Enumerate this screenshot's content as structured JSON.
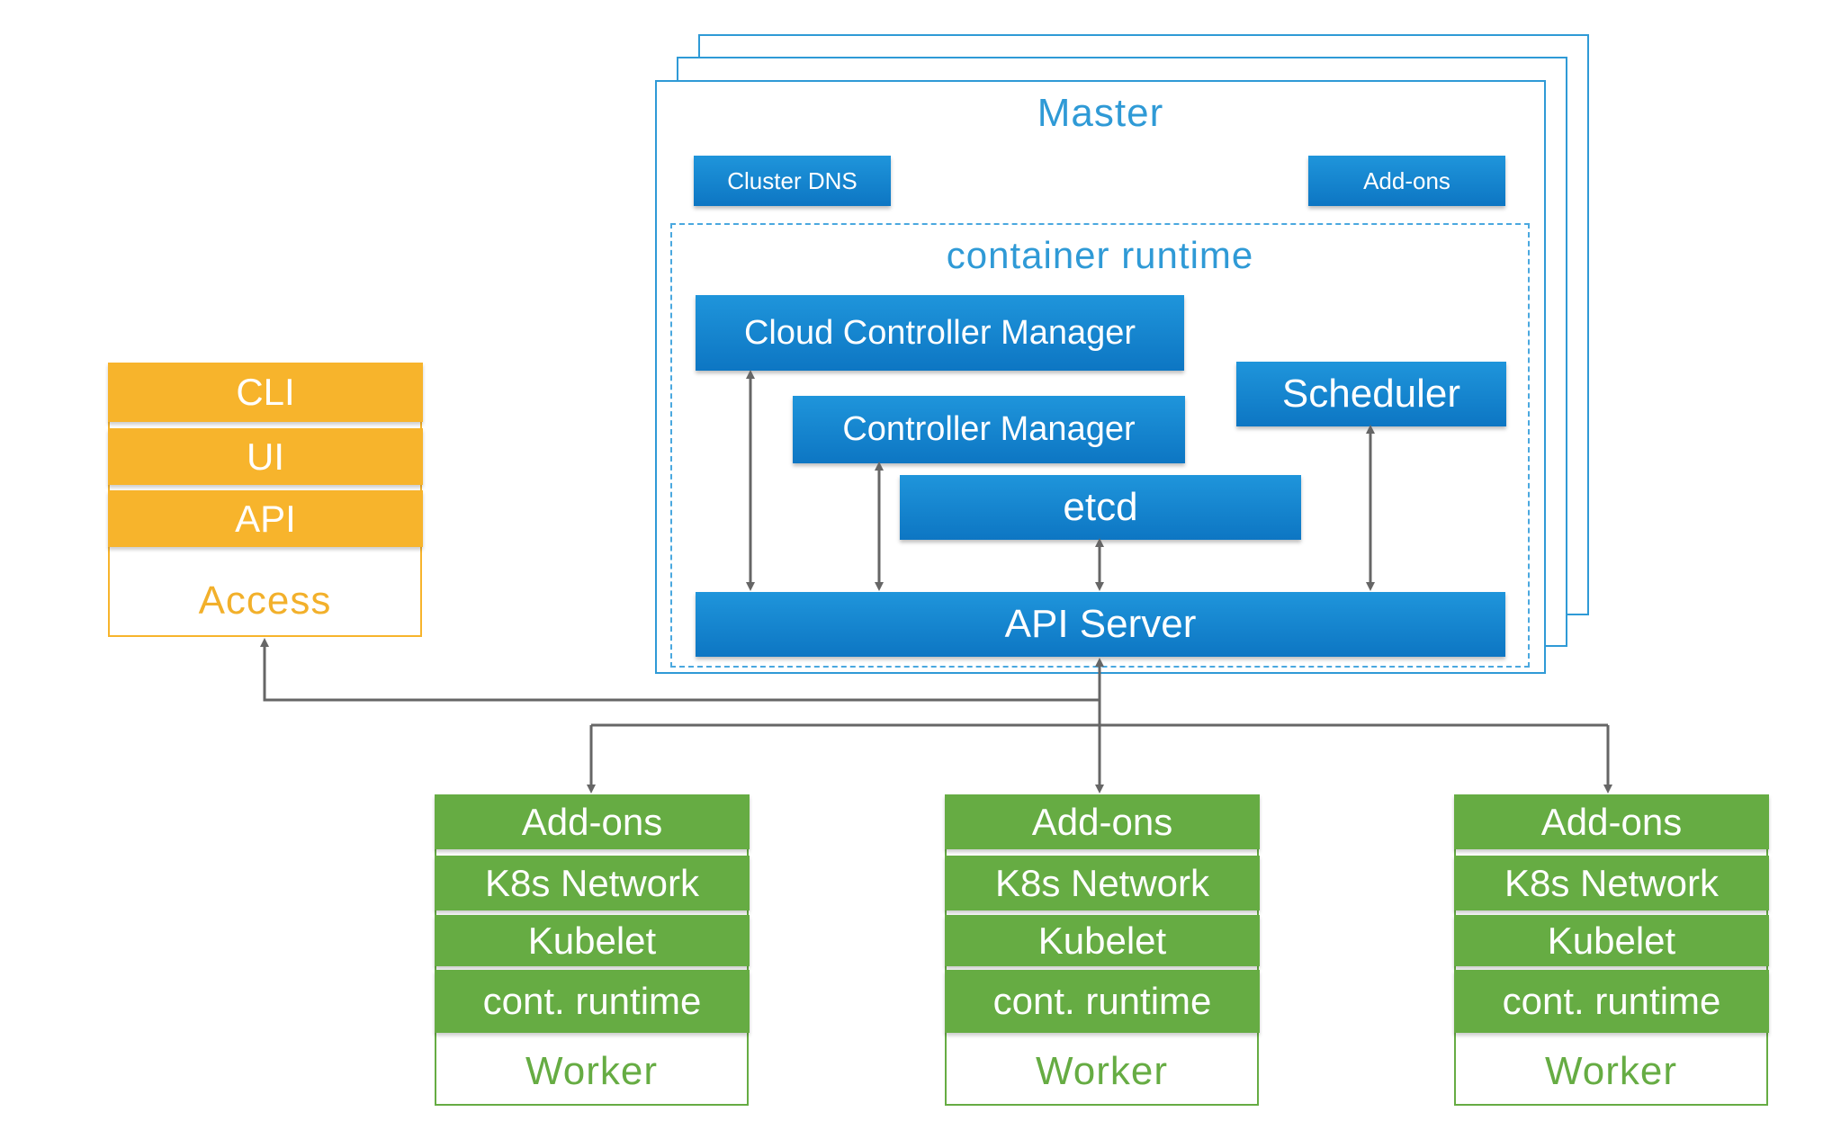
{
  "master": {
    "title": "Master",
    "cluster_dns": "Cluster DNS",
    "addons": "Add-ons",
    "runtime": {
      "title": "container runtime",
      "cloud_controller_manager": "Cloud Controller Manager",
      "controller_manager": "Controller Manager",
      "scheduler": "Scheduler",
      "etcd": "etcd",
      "api_server": "API Server"
    }
  },
  "access": {
    "label": "Access",
    "items": [
      "CLI",
      "UI",
      "API"
    ]
  },
  "workers": [
    {
      "label": "Worker",
      "layers": [
        "Add-ons",
        "K8s Network",
        "Kubelet",
        "cont. runtime"
      ]
    },
    {
      "label": "Worker",
      "layers": [
        "Add-ons",
        "K8s Network",
        "Kubelet",
        "cont. runtime"
      ]
    },
    {
      "label": "Worker",
      "layers": [
        "Add-ons",
        "K8s Network",
        "Kubelet",
        "cont. runtime"
      ]
    }
  ],
  "colors": {
    "master_blue": "#1f95db",
    "access_orange": "#f7b42c",
    "worker_green": "#66ac43",
    "connector_gray": "#666666"
  }
}
